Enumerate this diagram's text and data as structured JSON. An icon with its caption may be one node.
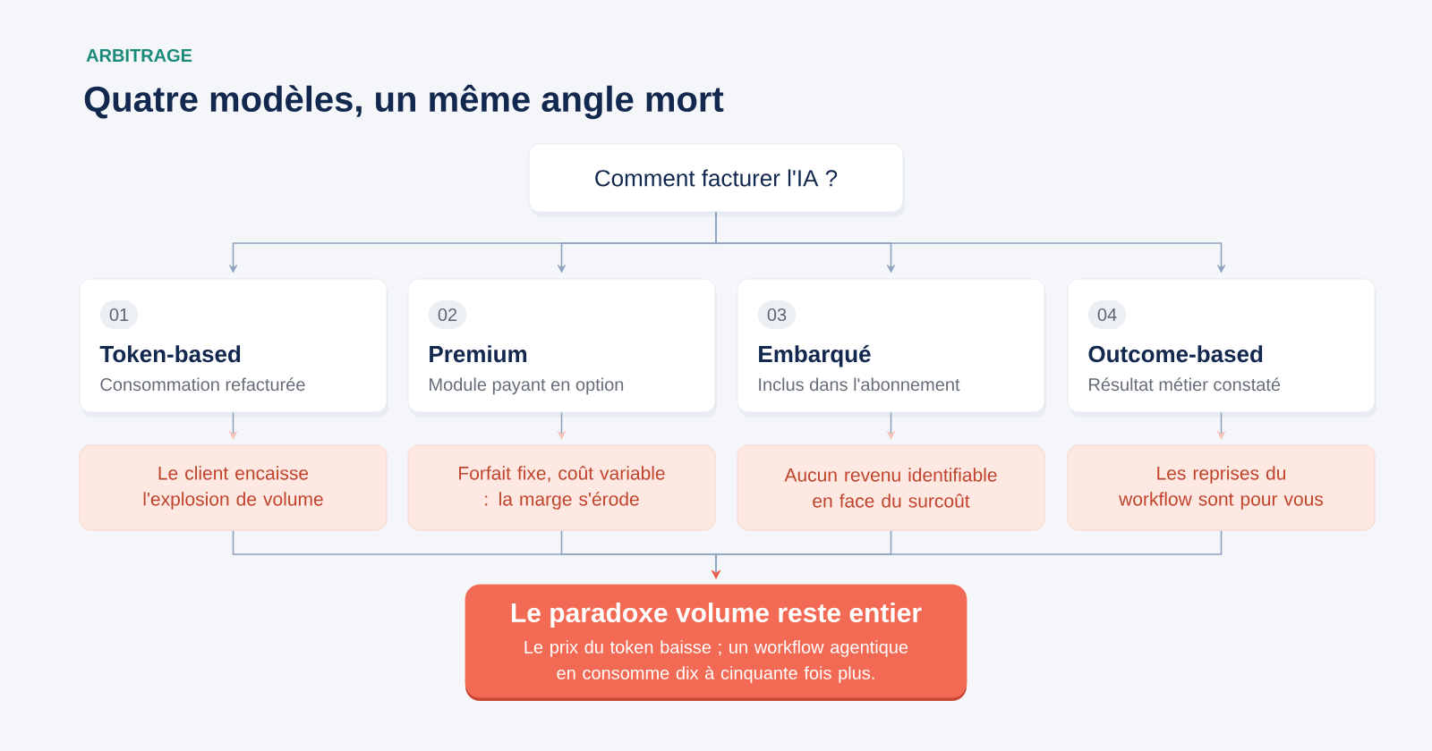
{
  "diagram": {
    "title": "Quatre modèles, un même angle mort",
    "nodes": [
      {
        "text": [
          "Comment facturer l'IA ?"
        ]
      },
      {
        "text": [
          "01",
          "Token-based",
          "Consommation refacturée"
        ]
      },
      {
        "text": [
          "02",
          "Premium",
          "Module payant en option"
        ]
      },
      {
        "text": [
          "03",
          "Embarqué",
          "Inclus dans l'abonnement"
        ]
      },
      {
        "text": [
          "04",
          "Outcome-based",
          "Résultat métier constaté"
        ]
      },
      {
        "text": [
          "Le client encaisse l'explosion de volume"
        ]
      },
      {
        "text": [
          "Forfait fixe, coût variable : la marge s'érode"
        ]
      },
      {
        "text": [
          "Aucun revenu identifiable en face du surcoût"
        ]
      },
      {
        "text": [
          "Les reprises du workflow sont pour vous"
        ]
      },
      {
        "text": [
          "Le paradoxe volume reste entier",
          "Le prix du token baisse ; un workflow agentique en consomme dix à cinquante fois plus."
        ]
      }
    ],
    "edges": [
      {
        "from": 0,
        "to": 1,
        "arrow": "to"
      },
      {
        "from": 0,
        "to": 2,
        "arrow": "to"
      },
      {
        "from": 0,
        "to": 3,
        "arrow": "to"
      },
      {
        "from": 0,
        "to": 4,
        "arrow": "to"
      },
      {
        "from": 1,
        "to": 5,
        "arrow": "to"
      },
      {
        "from": 2,
        "to": 6,
        "arrow": "to"
      },
      {
        "from": 3,
        "to": 7,
        "arrow": "to"
      },
      {
        "from": 4,
        "to": 8,
        "arrow": "to"
      },
      {
        "from": 5,
        "to": 9,
        "arrow": "to"
      },
      {
        "from": 6,
        "to": 9,
        "arrow": "to"
      },
      {
        "from": 7,
        "to": 9,
        "arrow": "to"
      },
      {
        "from": 8,
        "to": 9,
        "arrow": "to"
      }
    ],
    "labels": [
      "ARBITRAGE"
    ]
  }
}
